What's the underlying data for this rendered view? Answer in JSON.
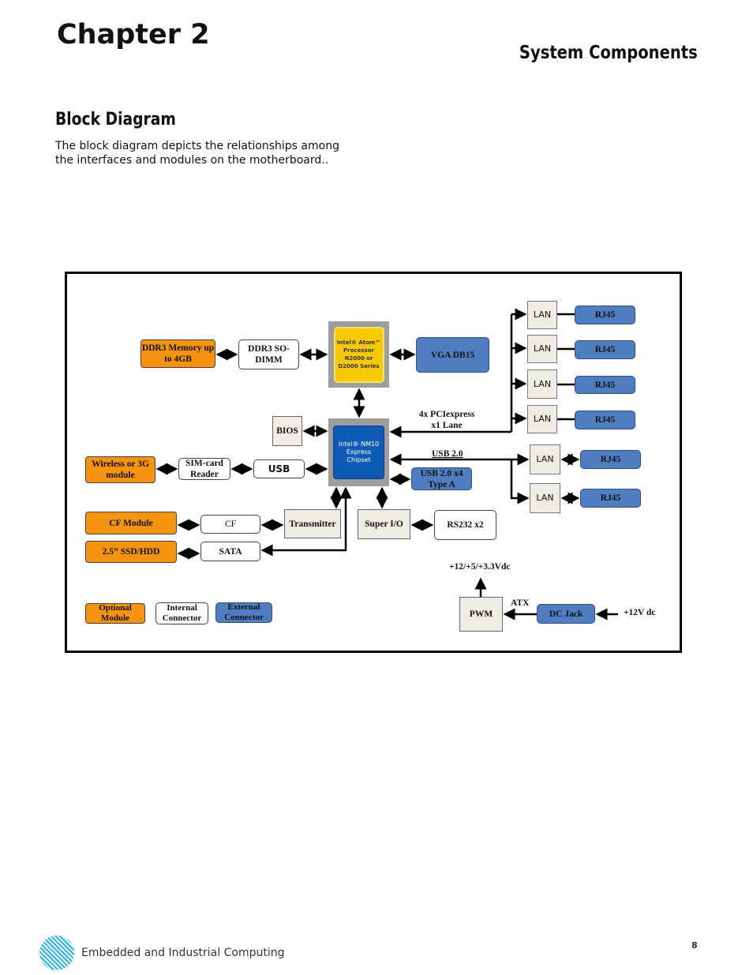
{
  "header": {
    "chapter": "Chapter 2",
    "section": "System Components"
  },
  "block_diagram": {
    "title": "Block Diagram",
    "intro": "The block diagram depicts the relationships among the interfaces and modules on the motherboard.."
  },
  "diagram": {
    "ddr3_memory": "DDR3 Memory up to 4GB",
    "ddr3_sodimm": "DDR3 SO-DIMM",
    "cpu": "Intel® Atom™ Processor N2000 or D2000 Series",
    "vga": "VGA DB15",
    "bios": "BIOS",
    "chipset": "Intel® NM10 Express Chipset",
    "wireless": "Wireless or 3G module",
    "sim": "SIM-card Reader",
    "usb": "USB",
    "pcie_label": "4x PCIexpress x1 Lane",
    "usb20_label": "USB 2.0",
    "usb20x4": "USB 2.0 x4 Type A",
    "cf_module": "CF Module",
    "cf": "CF",
    "transmitter": "Transmitter",
    "ssd": "2.5” SSD/HDD",
    "sata": "SATA",
    "super_io": "Super I/O",
    "rs232": "RS232 x2",
    "lan": [
      "LAN",
      "LAN",
      "LAN",
      "LAN",
      "LAN",
      "LAN"
    ],
    "rj45": [
      "RJ45",
      "RJ45",
      "RJ45",
      "RJ45",
      "RJ45",
      "RJ45"
    ],
    "power_out": "+12/+5/+3.3Vdc",
    "pwm": "PWM",
    "atx": "ATX",
    "dc_jack": "DC Jack",
    "dc_in": "+12V dc",
    "legend": {
      "optional": "Optional Module",
      "internal": "Internal Connector",
      "external": "External Connector"
    }
  },
  "footer": {
    "text": "Embedded and Industrial Computing",
    "page": "8"
  }
}
